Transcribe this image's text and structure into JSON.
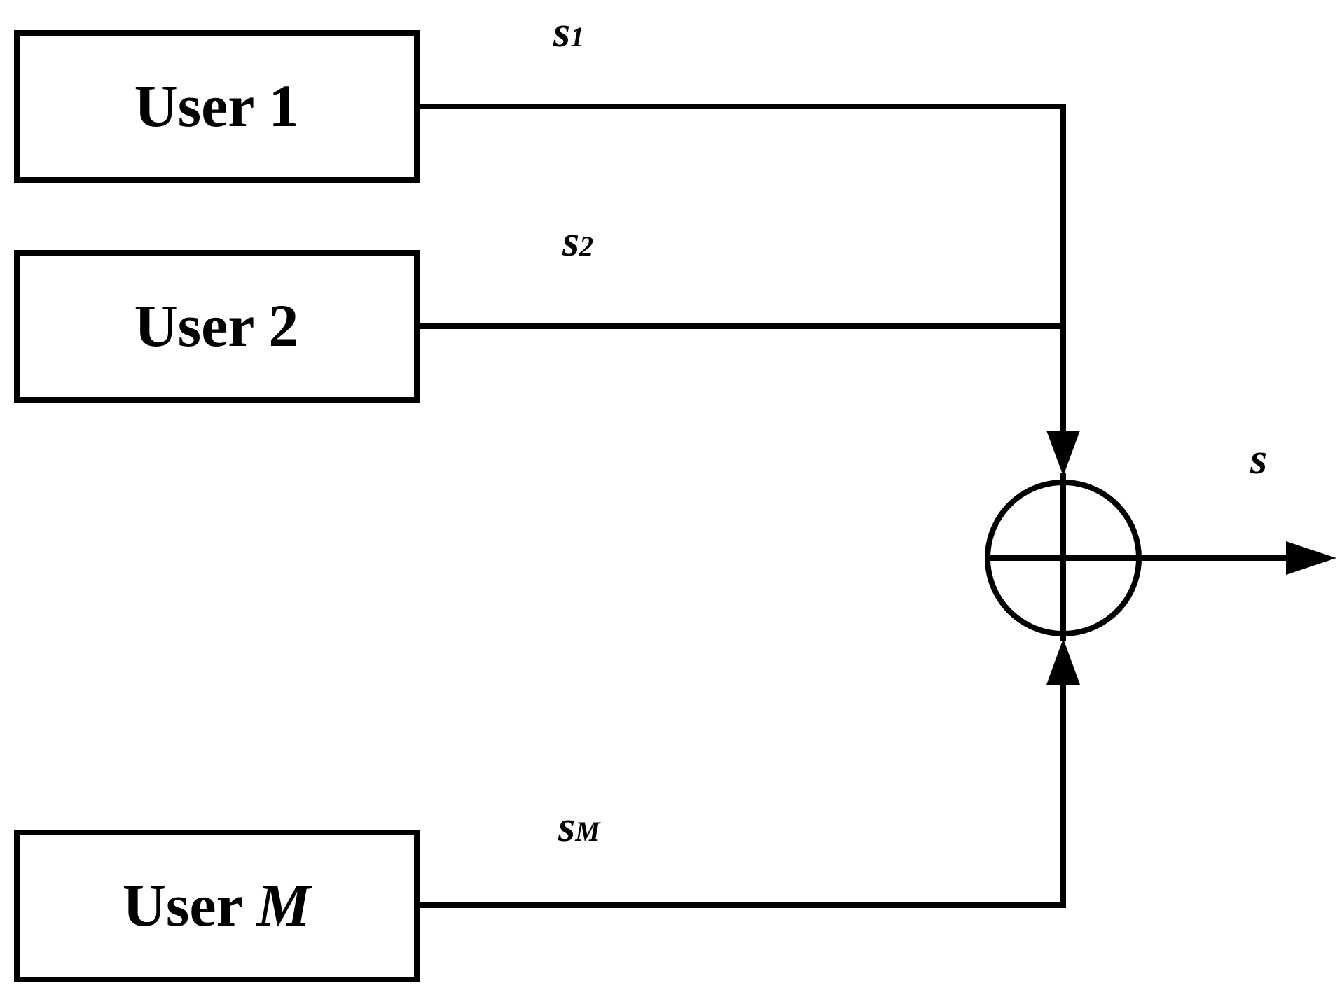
{
  "users": [
    {
      "label": "User 1",
      "signal": "s",
      "signal_sub": "1"
    },
    {
      "label": "User 2",
      "signal": "s",
      "signal_sub": "2"
    },
    {
      "label_prefix": "User ",
      "label_var": "M",
      "signal": "s",
      "signal_sub": "M"
    }
  ],
  "output": {
    "signal": "s"
  },
  "icons": {
    "adder": "summing-junction-icon"
  }
}
